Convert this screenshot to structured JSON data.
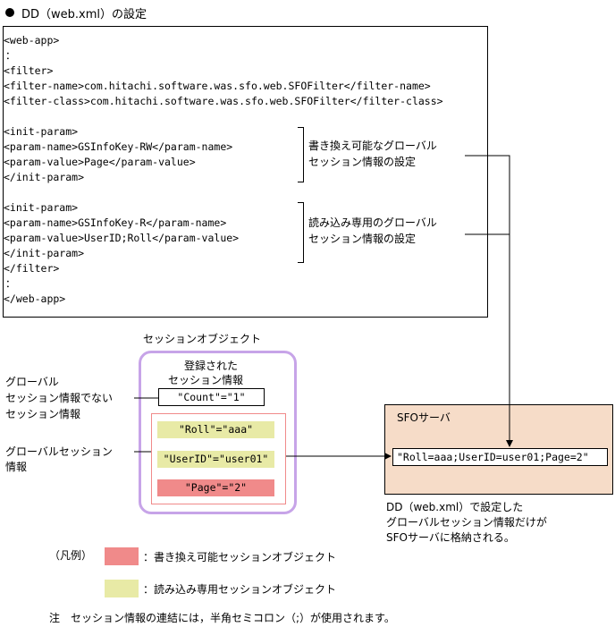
{
  "title": "DD（web.xml）の設定",
  "code_lines": [
    "<web-app>",
    "  ：",
    "<filter>",
    "  <filter-name>com.hitachi.software.was.sfo.web.SFOFilter</filter-name>",
    "  <filter-class>com.hitachi.software.was.sfo.web.SFOFilter</filter-class>",
    "",
    "  <init-param>",
    "    <param-name>GSInfoKey-RW</param-name>",
    "    <param-value>Page</param-value>",
    "  </init-param>",
    "",
    "  <init-param>",
    "    <param-name>GSInfoKey-R</param-name>",
    "    <param-value>UserID;Roll</param-value>",
    "    </init-param>",
    "</filter>",
    "  ：",
    "</web-app>"
  ],
  "annotations": {
    "rw_line1": "書き換え可能なグローバル",
    "rw_line2": "セッション情報の設定",
    "r_line1": "読み込み専用のグローバル",
    "r_line2": "セッション情報の設定"
  },
  "session_object": {
    "title": "セッションオブジェクト",
    "registered_line1": "登録された",
    "registered_line2": "セッション情報",
    "count_item": "\"Count\"=\"1\"",
    "roll_item": "\"Roll\"=\"aaa\"",
    "userid_item": "\"UserID\"=\"user01\"",
    "page_item": "\"Page\"=\"2\""
  },
  "left_labels": {
    "non_global_line1": "グローバル",
    "non_global_line2": "セッション情報でない",
    "non_global_line3": "セッション情報",
    "global_line1": "グローバルセッション",
    "global_line2": "情報"
  },
  "sfo": {
    "title": "SFOサーバ",
    "value": "\"Roll=aaa;UserID=user01;Page=2\"",
    "caption_line1": "DD（web.xml）で設定した",
    "caption_line2": "グローバルセッション情報だけが",
    "caption_line3": "SFOサーバに格納される。"
  },
  "legend": {
    "label": "（凡例）",
    "rw_text": "：書き換え可能セッションオブジェクト",
    "r_text": "：読み込み専用セッションオブジェクト",
    "rw_color": "#f08a8a",
    "r_color": "#e8eaa6"
  },
  "note": "注　セッション情報の連結には，半角セミコロン（;）が使用されます。"
}
